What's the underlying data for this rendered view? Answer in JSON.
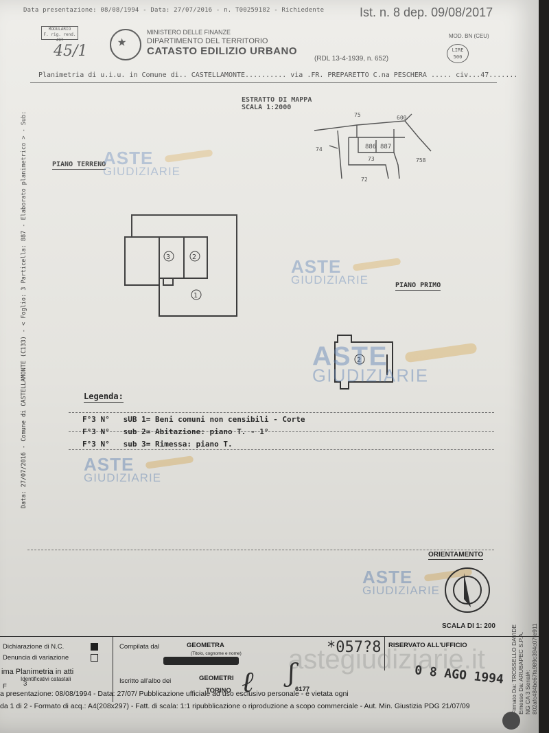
{
  "header": {
    "presentation_line": "Data presentazione: 08/08/1994 - Data: 27/07/2016 - n. T00259182 - Richiedente",
    "deposit_stamp": "Ist. n. 8 dep. 09/08/2017",
    "modulario": "MODULARIO\nF. rig. rend. 497",
    "sheet_number": "45/1",
    "ministry": "MINISTERO DELLE FINANZE",
    "department": "DIPARTIMENTO DEL TERRITORIO",
    "title": "CATASTO EDILIZIO URBANO",
    "law": "(RDL 13-4-1939, n. 652)",
    "model": "MOD. BN (CEU)",
    "fee": "LIRE\n500",
    "plan_line": "Planimetria di u.i.u. in Comune di.. CASTELLAMONTE.......... via .FR. PREPARETTO C.na PESCHERA ..... civ...47......."
  },
  "side_text": "Data: 27/07/2016 - Comune di CASTELLAMONTE (C133) - < Foglio: 3 Particella: 887 - Elaborato planimetrico > - Sub:",
  "right_text": "Firmato Da: TROSSELLO DAVIDE Emesso Da: ARUBAPEC S.P.A. NG CA 3 Serial#: 802afc484be67fa989c394c07fe911",
  "map_extract": {
    "title": "ESTRATTO DI MAPPA",
    "scale": "SCALA 1:2000",
    "parcels": [
      "75",
      "600",
      "74",
      "886",
      "887",
      "73",
      "758",
      "72"
    ]
  },
  "floors": {
    "ground": "PIANO TERRENO",
    "first": "PIANO PRIMO",
    "rooms": [
      "3",
      "2",
      "1",
      "2"
    ]
  },
  "watermark": {
    "line1": "ASTE",
    "line2": "GIUDIZIARIE"
  },
  "legend": {
    "title": "Legenda:",
    "rows": [
      {
        "ref": "F°3 N°",
        "text": "sUB 1= Beni comuni non censibili - Corte"
      },
      {
        "ref": "F°3 N°",
        "text": "sub 2= Abitazione: piano T. - 1°"
      },
      {
        "ref": "F°3 N°",
        "text": "sub 3= Rimessa: piano T."
      }
    ]
  },
  "orientation": {
    "label": "ORIENTAMENTO",
    "scale": "SCALA DI 1: 200"
  },
  "footer": {
    "declaration": "Dichiarazione di N.C.",
    "variation": "Denuncia di variazione",
    "plan_last": "ima Planimetria in atti",
    "identifiers": "Identificativi catastali",
    "f_label": "F",
    "f_value": "3",
    "compiled_by": "Compilata dal",
    "compiler_role": "GEOMETRA",
    "compiler_hint": "(Titolo, cognome e nome)",
    "register": "Iscritto all'albo dei",
    "register_value": "GEOMETRI",
    "province": "TORINO",
    "reg_number": "6177",
    "stamp_number": "*057?8",
    "stamp_date": "0 8 AGO 1994",
    "reserved": "RISERVATO ALL'UFFICIO",
    "line_a": "a presentazione: 08/08/1994 - Data: 27/07/ Pubblicazione ufficiale ad uso esclusivo personale - è vietata ogni",
    "line_b": "da 1 di 2 - Formato di acq.: A4(208x297) - Fatt. di scala: 1:1 ripubblicazione o riproduzione a scopo commerciale - Aut. Min. Giustizia PDG 21/07/09",
    "website": "astegiudiziarie.it"
  }
}
